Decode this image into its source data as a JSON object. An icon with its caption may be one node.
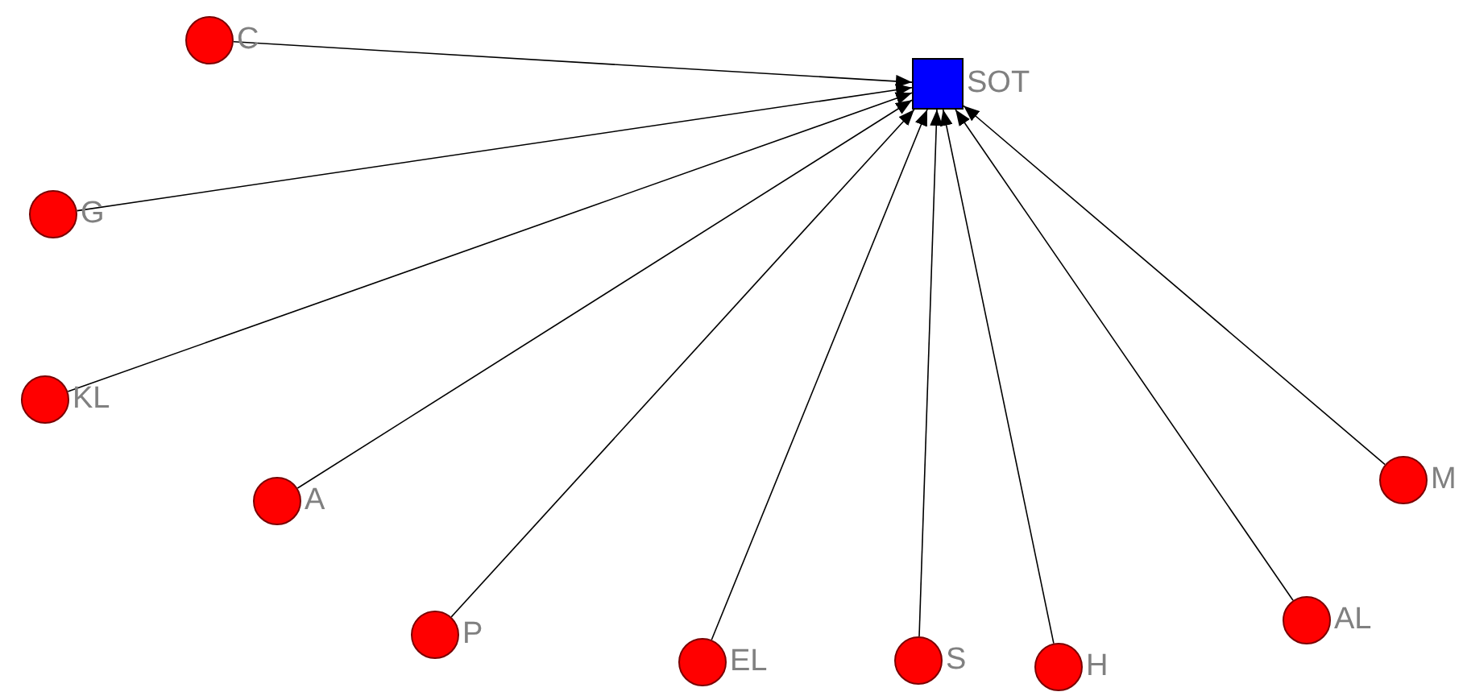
{
  "diagram": {
    "nodes": [
      {
        "text": [],
        "shape": "box",
        "beside": [
          "SOT"
        ]
      },
      {
        "text": [],
        "shape": "circle",
        "beside": [
          "C"
        ]
      },
      {
        "text": [],
        "shape": "circle",
        "beside": [
          "G"
        ]
      },
      {
        "text": [],
        "shape": "circle",
        "beside": [
          "KL"
        ]
      },
      {
        "text": [],
        "shape": "circle",
        "beside": [
          "A"
        ]
      },
      {
        "text": [],
        "shape": "circle",
        "beside": [
          "P"
        ]
      },
      {
        "text": [],
        "shape": "circle",
        "beside": [
          "EL"
        ]
      },
      {
        "text": [],
        "shape": "circle",
        "beside": [
          "S"
        ]
      },
      {
        "text": [],
        "shape": "circle",
        "beside": [
          "H"
        ]
      },
      {
        "text": [],
        "shape": "circle",
        "beside": [
          "AL"
        ]
      },
      {
        "text": [],
        "shape": "circle",
        "beside": [
          "M"
        ]
      }
    ],
    "edges": [
      {
        "from": 1,
        "to": 0,
        "arrow": "to"
      },
      {
        "from": 2,
        "to": 0,
        "arrow": "to"
      },
      {
        "from": 3,
        "to": 0,
        "arrow": "to"
      },
      {
        "from": 4,
        "to": 0,
        "arrow": "to"
      },
      {
        "from": 5,
        "to": 0,
        "arrow": "to"
      },
      {
        "from": 6,
        "to": 0,
        "arrow": "to"
      },
      {
        "from": 7,
        "to": 0,
        "arrow": "to"
      },
      {
        "from": 8,
        "to": 0,
        "arrow": "to"
      },
      {
        "from": 9,
        "to": 0,
        "arrow": "to"
      },
      {
        "from": 10,
        "to": 0,
        "arrow": "to"
      }
    ]
  }
}
